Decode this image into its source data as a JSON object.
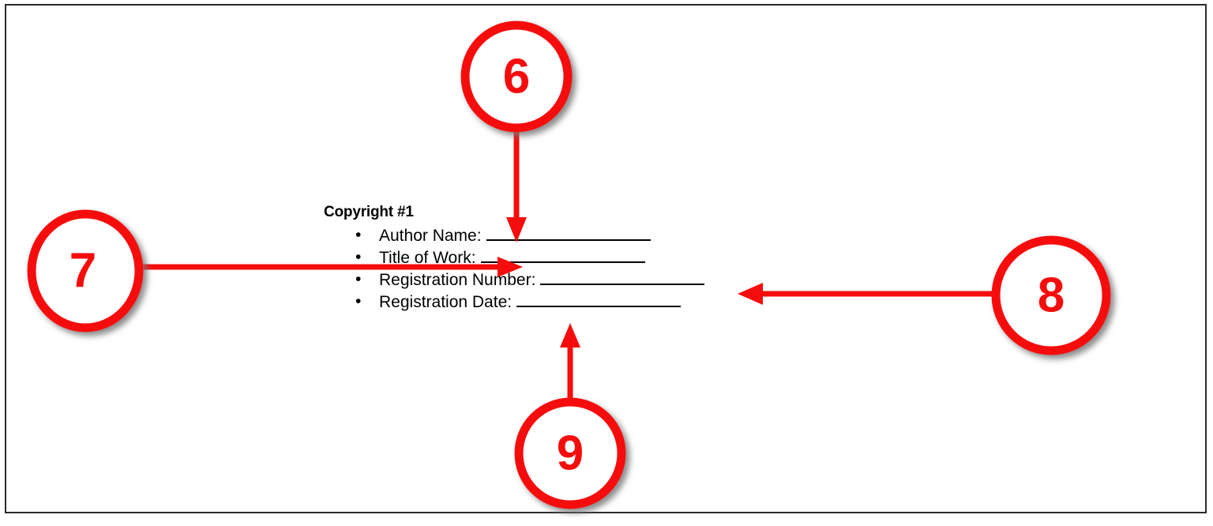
{
  "page": {
    "background_color": "#ffffff",
    "border_color": "#2b2b2b",
    "accent_color": "#f50d0d",
    "shadow_color": "#808080"
  },
  "document": {
    "heading": "Copyright #1",
    "bullet_glyph": "•",
    "fields": [
      {
        "label": "Author Name:",
        "value": ""
      },
      {
        "label": "Title of Work:",
        "value": ""
      },
      {
        "label": "Registration Number:",
        "value": ""
      },
      {
        "label": "Registration Date:",
        "value": ""
      }
    ]
  },
  "callouts": [
    {
      "number": "6",
      "direction": "down",
      "target": "Author Name blank"
    },
    {
      "number": "7",
      "direction": "right",
      "target": "Title of Work blank"
    },
    {
      "number": "8",
      "direction": "left",
      "target": "Registration Number blank"
    },
    {
      "number": "9",
      "direction": "up",
      "target": "Registration Date blank"
    }
  ]
}
